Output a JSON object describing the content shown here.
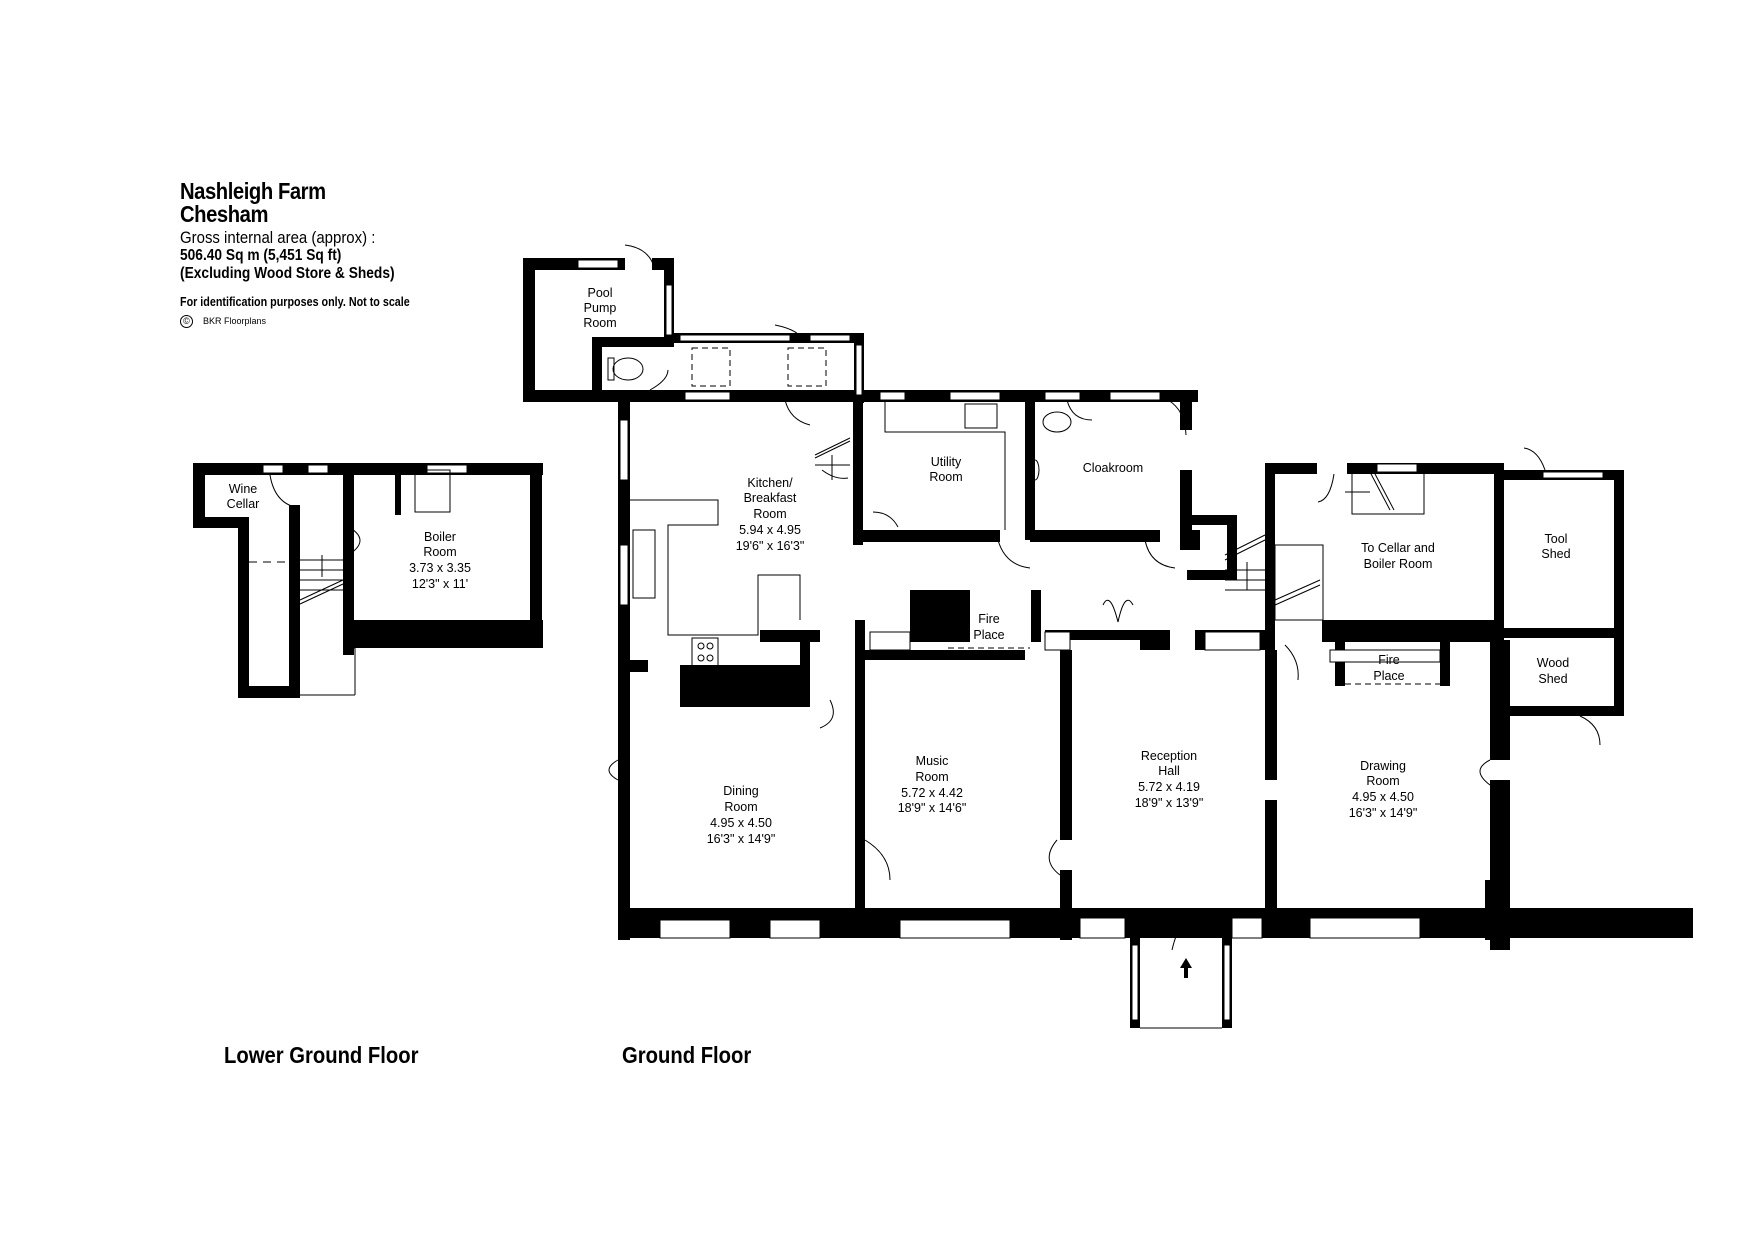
{
  "header": {
    "property_name": "Nashleigh Farm",
    "location": "Chesham",
    "area_label": "Gross internal area (approx) :",
    "area_value": "506.40 Sq m (5,451 Sq ft)",
    "area_note": "(Excluding Wood Store & Sheds)",
    "disclaimer": "For identification purposes only. Not to scale",
    "copyright_symbol": "©",
    "copyright_owner": "BKR Floorplans"
  },
  "floors": [
    {
      "name": "Lower Ground Floor",
      "rooms": [
        {
          "name": [
            "Wine",
            "Cellar"
          ],
          "metric": "",
          "imperial": ""
        },
        {
          "name": [
            "Boiler",
            "Room"
          ],
          "metric": "3.73 x 3.35",
          "imperial": "12'3\" x 11'"
        }
      ]
    },
    {
      "name": "Ground Floor",
      "rooms": [
        {
          "name": [
            "Pool",
            "Pump",
            "Room"
          ],
          "metric": "",
          "imperial": ""
        },
        {
          "name": [
            "Kitchen/",
            "Breakfast",
            "Room"
          ],
          "metric": "5.94 x 4.95",
          "imperial": "19'6\" x 16'3\""
        },
        {
          "name": [
            "Utility",
            "Room"
          ],
          "metric": "",
          "imperial": ""
        },
        {
          "name": [
            "Cloakroom"
          ],
          "metric": "",
          "imperial": ""
        },
        {
          "name": [
            "To Cellar and",
            "Boiler Room"
          ],
          "metric": "",
          "imperial": ""
        },
        {
          "name": [
            "Tool",
            "Shed"
          ],
          "metric": "",
          "imperial": ""
        },
        {
          "name": [
            "Wood",
            "Shed"
          ],
          "metric": "",
          "imperial": ""
        },
        {
          "name": [
            "Fire",
            "Place"
          ],
          "metric": "",
          "imperial": ""
        },
        {
          "name": [
            "Fire",
            "Place"
          ],
          "metric": "",
          "imperial": ""
        },
        {
          "name": [
            "Dining",
            "Room"
          ],
          "metric": "4.95 x 4.50",
          "imperial": "16'3\" x 14'9\""
        },
        {
          "name": [
            "Music",
            "Room"
          ],
          "metric": "5.72 x 4.42",
          "imperial": "18'9\" x 14'6\""
        },
        {
          "name": [
            "Reception",
            "Hall"
          ],
          "metric": "5.72 x 4.19",
          "imperial": "18'9\" x 13'9\""
        },
        {
          "name": [
            "Drawing",
            "Room"
          ],
          "metric": "4.95 x 4.50",
          "imperial": "16'3\" x 14'9\""
        }
      ]
    }
  ],
  "colors": {
    "wall": "#000000",
    "background": "#ffffff"
  }
}
